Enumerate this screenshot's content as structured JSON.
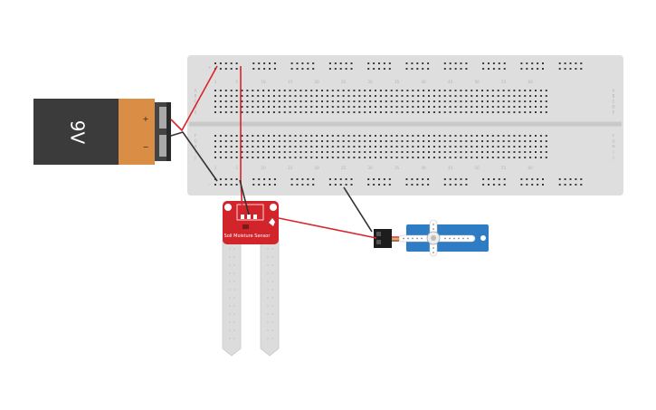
{
  "battery": {
    "label": "9V",
    "plus": "+",
    "minus": "−"
  },
  "breadboard": {
    "column_numbers": [
      "1",
      "5",
      "10",
      "15",
      "20",
      "25",
      "30",
      "35",
      "40",
      "45",
      "50",
      "55",
      "60"
    ],
    "row_letters_top": [
      "A",
      "B",
      "C",
      "D",
      "E"
    ],
    "row_letters_bottom": [
      "F",
      "G",
      "H",
      "I",
      "J"
    ],
    "rail_signs": [
      "+",
      "−"
    ]
  },
  "sensor": {
    "label": "Soil Moisture Sensor"
  },
  "servo": {
    "label": ""
  },
  "colors": {
    "positive_wire": "#d8262b",
    "negative_wire": "#333333",
    "breadboard": "#dedede",
    "sensor": "#d2252b",
    "servo": "#2d7cc4"
  }
}
